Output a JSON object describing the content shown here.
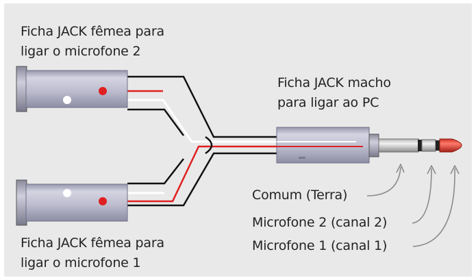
{
  "labels": {
    "female_top_line1": "Ficha JACK fêmea para",
    "female_top_line2": "ligar o microfone 2",
    "male_line1": "Ficha JACK macho",
    "male_line2": "para ligar ao PC",
    "female_bottom_line1": "Ficha JACK fêmea para",
    "female_bottom_line2": "ligar o microfone 1",
    "common_ground": "Comum (Terra)",
    "mic2_channel": "Microfone 2 (canal 2)",
    "mic1_channel": "Microfone 1 (canal 1)"
  },
  "colors": {
    "background": "#e9e9e9",
    "wire_red": "#e02020",
    "wire_white": "#ffffff",
    "wire_black": "#111111",
    "jack_body": "#bcbccd",
    "plug_tip": "#e8463a"
  }
}
